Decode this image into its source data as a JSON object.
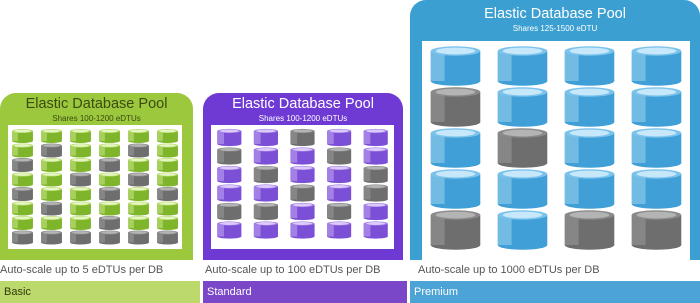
{
  "colors": {
    "basic": "#9bc83c",
    "standard": "#6f3ad4",
    "premium": "#3b9fd1",
    "basic_footer": "#bcd96b",
    "standard_footer": "#7a47c9",
    "premium_footer": "#4ba3d6"
  },
  "tiers": [
    {
      "key": "basic",
      "title": "Elastic Database Pool",
      "subtitle": "Shares 100-1200 eDTUs",
      "caption": "Auto-scale up to 5 eDTUs per DB",
      "footer": "Basic",
      "database_icon": "small-green-database-icon"
    },
    {
      "key": "standard",
      "title": "Elastic Database Pool",
      "subtitle": "Shares 100-1200 eDTUs",
      "caption": "Auto-scale up to 100 eDTUs per DB",
      "footer": "Standard",
      "database_icon": "medium-purple-database-icon"
    },
    {
      "key": "premium",
      "title": "Elastic Database Pool",
      "subtitle": "Shares 125-1500 eDTU",
      "caption": "Auto-scale up to 1000 eDTUs per DB",
      "footer": "Premium",
      "database_icon": "large-blue-database-icon"
    }
  ]
}
